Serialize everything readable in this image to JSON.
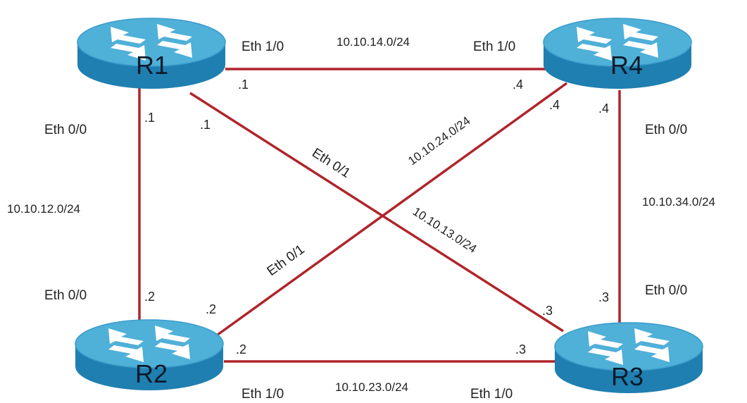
{
  "colors": {
    "link": "#b0242b",
    "router_top": "#4fb0d8",
    "router_side": "#1f7fb0",
    "router_arrow": "#ffffff",
    "text": "#222222"
  },
  "routers": [
    {
      "id": "r1",
      "name": "R1",
      "icon": "router-icon"
    },
    {
      "id": "r2",
      "name": "R2",
      "icon": "router-icon"
    },
    {
      "id": "r3",
      "name": "R3",
      "icon": "router-icon"
    },
    {
      "id": "r4",
      "name": "R4",
      "icon": "router-icon"
    }
  ],
  "links": [
    {
      "id": "r1-r4",
      "network": "10.10.14.0/24",
      "a_if": "Eth 1/0",
      "a_ip": ".1",
      "b_if": "Eth 1/0",
      "b_ip": ".4"
    },
    {
      "id": "r1-r2",
      "network": "10.10.12.0/24",
      "a_if": "Eth 0/0",
      "a_ip": ".1",
      "b_if": "Eth 0/0",
      "b_ip": ".2"
    },
    {
      "id": "r4-r3",
      "network": "10.10.34.0/24",
      "a_if": "Eth 0/0",
      "a_ip": ".4",
      "b_if": "Eth 0/0",
      "b_ip": ".3"
    },
    {
      "id": "r2-r3",
      "network": "10.10.23.0/24",
      "a_if": "Eth 1/0",
      "a_ip": ".2",
      "b_if": "Eth 1/0",
      "b_ip": ".3"
    },
    {
      "id": "r1-r3",
      "network": "10.10.13.0/24",
      "a_if": "Eth 0/1",
      "a_ip": ".1",
      "b_ip": ".3"
    },
    {
      "id": "r2-r4",
      "network": "10.10.24.0/24",
      "a_if": "Eth 0/1",
      "a_ip": ".2",
      "b_ip": ".4"
    }
  ]
}
